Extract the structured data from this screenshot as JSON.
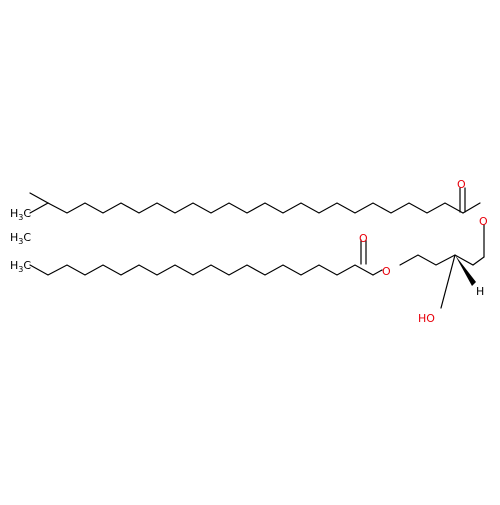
{
  "colors": {
    "carbon": "#000000",
    "oxygen": "#e8000b",
    "background": "#ffffff"
  },
  "labels": {
    "methyl_top": "H3C",
    "methyl_bottom": "H3C",
    "chain2_terminal": "H3C",
    "carbonyl_o_1": "O",
    "ester_o_1": "O",
    "carbonyl_o_2": "O",
    "ester_o_2": "O",
    "hydroxyl": "HO",
    "stereo_h": "H"
  }
}
